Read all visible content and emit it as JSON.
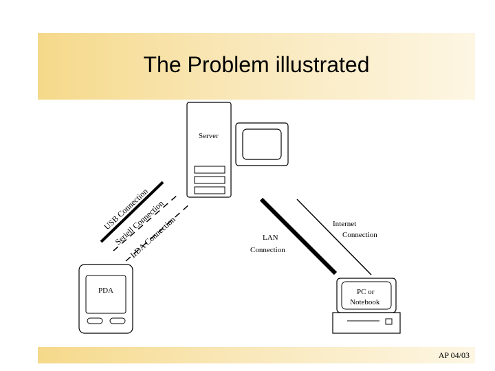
{
  "slide": {
    "title": "The Problem illustrated",
    "footer": "AP 04/03"
  },
  "diagram": {
    "server_label": "Server",
    "pda_label": "PDA",
    "pc_label_line1": "PC or",
    "pc_label_line2": "Notebook",
    "lan_label_line1": "LAN",
    "lan_label_line2": "Connection",
    "internet_label_line1": "Internet",
    "internet_label_line2": "Connection",
    "usb_label": "USB Connection",
    "serial_label": "Seriell Connection",
    "irda_label": "IrDA Connection"
  },
  "colors": {
    "band_start": "#f5d98a",
    "band_end": "#fdf6e3"
  }
}
